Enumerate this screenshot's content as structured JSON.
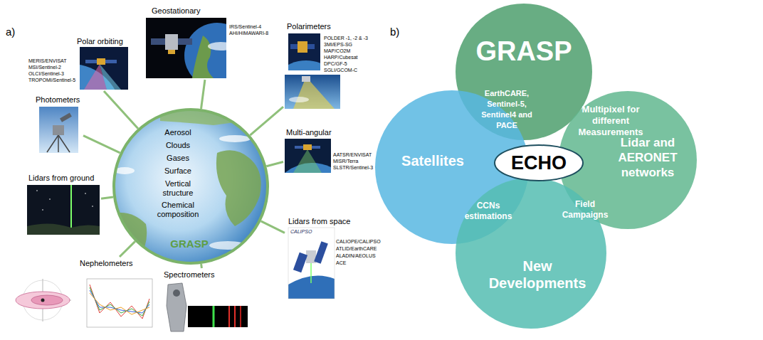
{
  "diagram": {
    "nodes": [
      {
        "text": [
          "Polar orbiting",
          "MERIS/ENVISAT",
          "MSI/Sentinel-2",
          "OLCI/Sentinel-3",
          "TROPOMI/Sentinel-5"
        ]
      },
      {
        "text": [
          "Geostationary",
          "IRS/Sentinel-4",
          "AHI/HIMAWARI-8"
        ]
      },
      {
        "text": [
          "Polarimeters",
          "POLDER -1, -2 & -3",
          "3MI/EPS-SG",
          "MAP/CO2M",
          "HARP/Cubesat",
          "DPC/GF-5",
          "SGLI/GCOM-C"
        ]
      },
      {
        "text": [
          "Photometers"
        ]
      },
      {
        "text": [
          "Aerosol",
          "Clouds",
          "Gases",
          "Surface",
          "Vertical structure",
          "Chemical composition",
          "GRASP"
        ]
      },
      {
        "text": [
          "Multi-angular",
          "AATSR/ENVISAT",
          "MISR/Terra",
          "SLSTR/Sentinel-3"
        ]
      },
      {
        "text": [
          "Lidars from ground"
        ]
      },
      {
        "text": [
          "Lidars from space",
          "CALIOPE/CALIPSO",
          "ATLID/EarthCARE",
          "ALADIN/AEOLUS",
          "ACE"
        ]
      },
      {
        "text": [
          "Nephelometers"
        ]
      },
      {
        "text": [
          "Spectrometers"
        ]
      },
      {
        "text": [
          "GRASP"
        ]
      },
      {
        "text": [
          "Satellites"
        ]
      },
      {
        "text": [
          "Lidar and AERONET networks"
        ]
      },
      {
        "text": [
          "New Developments"
        ]
      },
      {
        "text": [
          "ECHO"
        ]
      }
    ],
    "edges": [
      {
        "from": 4,
        "to": 0,
        "arrow": "none"
      },
      {
        "from": 4,
        "to": 1,
        "arrow": "none"
      },
      {
        "from": 4,
        "to": 2,
        "arrow": "none"
      },
      {
        "from": 4,
        "to": 3,
        "arrow": "none"
      },
      {
        "from": 4,
        "to": 5,
        "arrow": "none"
      },
      {
        "from": 4,
        "to": 6,
        "arrow": "none"
      },
      {
        "from": 4,
        "to": 7,
        "arrow": "none"
      },
      {
        "from": 4,
        "to": 8,
        "arrow": "none"
      },
      {
        "from": 4,
        "to": 9,
        "arrow": "none"
      }
    ],
    "labels": [
      "a)",
      "b)",
      "CALIPSO",
      "EarthCARE, Sentinel-5, Sentinel4 and PACE",
      "Multipixel for different Measurements",
      "CCNs estimations",
      "Field Campaigns"
    ]
  }
}
